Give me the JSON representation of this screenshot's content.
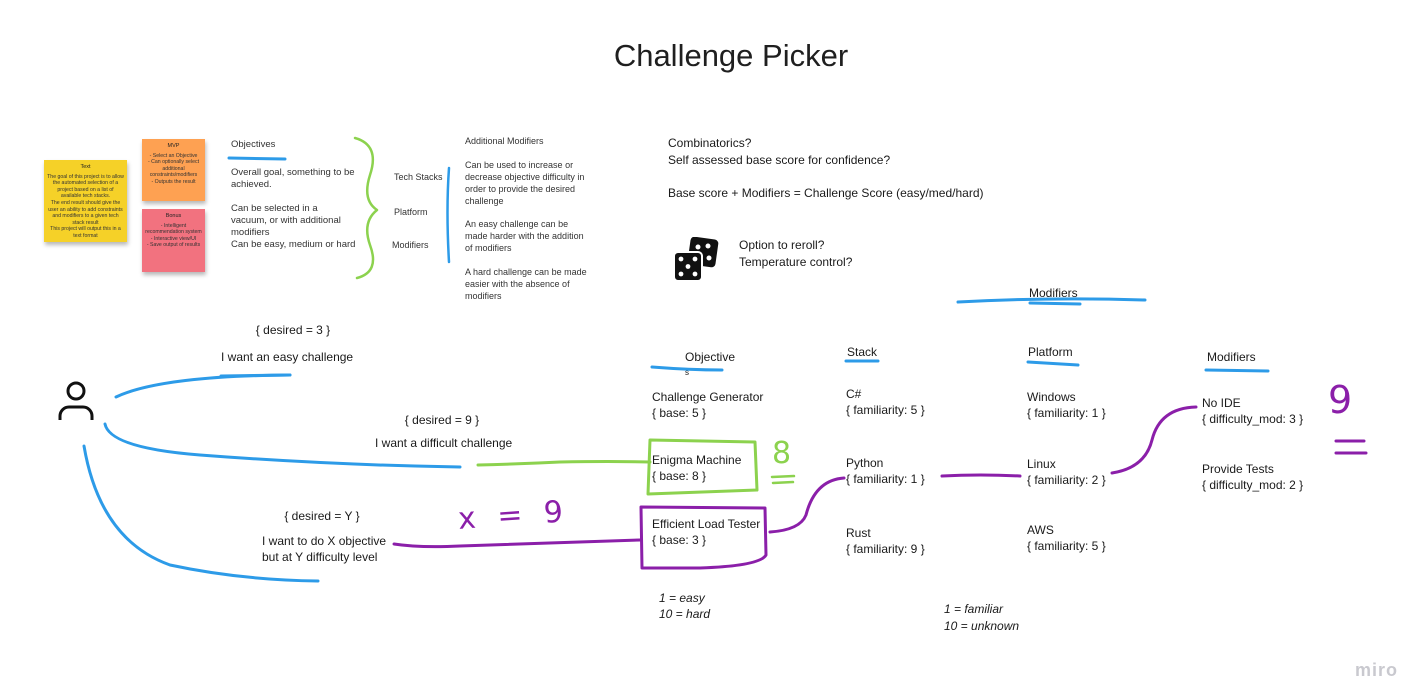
{
  "board": {
    "title": "Challenge Picker",
    "brand": "miro"
  },
  "stickies": {
    "yellow": {
      "title": "Text",
      "body": "The goal of this project is to allow the automated selection of a project based on a list of available tech stacks.\nThe end result should give the user an ability to add constraints and modifiers to a given tech stack result\nThis project will output this in a text format"
    },
    "orange": {
      "title": "MVP",
      "body": "- Select an Objective\n- Can optionally select additional constraints/modifiers\n- Outputs the result"
    },
    "pink": {
      "title": "Bonus",
      "body": "- Intelligent recommendation system\n- Interactive view/UI\n- Save output of results"
    }
  },
  "objectives_note": {
    "heading": "Objectives",
    "line1": "Overall goal, something to be achieved.",
    "line2": "Can be selected in a vacuum, or with additional modifiers",
    "line3": "Can be easy, medium or hard"
  },
  "brace_labels": {
    "tech": "Tech Stacks",
    "platform": "Platform",
    "modifiers": "Modifiers"
  },
  "additional_modifiers": {
    "heading": "Additional Modifiers",
    "p1": "Can be used to increase or decrease objective difficulty in order to provide the desired challenge",
    "p2": "An easy challenge can be made harder with the addition of modifiers",
    "p3": "A hard challenge can be made easier with the absence of modifiers"
  },
  "questions": {
    "q1": "Combinatorics?",
    "q2": "Self assessed base score for confidence?",
    "formula": "Base score + Modifiers = Challenge Score (easy/med/hard)",
    "reroll": "Option to reroll?",
    "temperature": "Temperature control?"
  },
  "requests": {
    "r1_desired": "{ desired = 3 }",
    "r1_text": "I want an easy challenge",
    "r2_desired": "{ desired = 9 }",
    "r2_text": "I want a difficult challenge",
    "r3_desired": "{ desired = Y }",
    "r3_text": "I want to do X objective\nbut at Y difficulty level"
  },
  "columns": {
    "modifiers_group": "Modifiers",
    "objective": "Objective",
    "objective_sub": "s",
    "stack": "Stack",
    "platform": "Platform",
    "modifiers": "Modifiers"
  },
  "objectives": [
    {
      "name": "Challenge Generator",
      "score": "{ base: 5 }"
    },
    {
      "name": "Enigma Machine",
      "score": "{ base: 8 }"
    },
    {
      "name": "Efficient Load Tester",
      "score": "{ base: 3 }"
    }
  ],
  "stacks": [
    {
      "name": "C#",
      "score": "{ familiarity: 5 }"
    },
    {
      "name": "Python",
      "score": "{ familiarity: 1 }"
    },
    {
      "name": "Rust",
      "score": "{ familiarity: 9 }"
    }
  ],
  "platforms": [
    {
      "name": "Windows",
      "score": "{ familiarity: 1 }"
    },
    {
      "name": "Linux",
      "score": "{ familiarity: 2 }"
    },
    {
      "name": "AWS",
      "score": "{ familiarity: 5 }"
    }
  ],
  "modifier_items": [
    {
      "name": "No IDE",
      "score": "{ difficulty_mod: 3 }"
    },
    {
      "name": "Provide Tests",
      "score": "{ difficulty_mod: 2 }"
    }
  ],
  "scales": {
    "base_easy": "1 = easy",
    "base_hard": "10 = hard",
    "fam_low": "1 = familiar",
    "fam_high": "10 = unknown"
  },
  "annotations": {
    "green_eight": "8",
    "purple_x": "x = 9",
    "purple_nine": "9"
  },
  "colors": {
    "blue": "#2d9be8",
    "green": "#8cd24e",
    "purple": "#8b1fa9",
    "sticky_yellow": "#f5d128",
    "sticky_orange": "#fea152",
    "sticky_pink": "#f2727f"
  }
}
